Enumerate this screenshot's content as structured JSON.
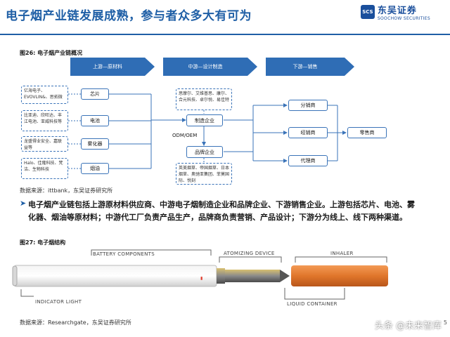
{
  "header": {
    "title": "电子烟产业链发展成熟，参与者众多大有可为",
    "logo_mark": "SCS",
    "logo_cn": "东吴证券",
    "logo_en": "SOOCHOW SECURITIES"
  },
  "figure26": {
    "label": "图26: 电子烟产业链概况",
    "stages": [
      "上游—原材料",
      "中游—设计制造",
      "下游—销售"
    ],
    "upstream_notes": [
      "亿海电子、EVOVLIN&、思拓微",
      "比亚迪、欣旺达、丰江电池、亚威科技等",
      "龙盛得业安全、嘉联益等",
      "Halo、佳隆科技、梵洁、生物科技"
    ],
    "materials": [
      "芯片",
      "电池",
      "雾化器",
      "烟油"
    ],
    "design_note": "思摩尔、艾维普思、康尔、合元科技、卓尔悦、易佳特",
    "odm_label": "ODM/OEM",
    "manufacturer": "制造企业",
    "brand": "品牌企业",
    "brand_note": "英美烟草、帝国烟草、日本烟草、奥驰亚集团、菲莫国际、悦刻",
    "channels": [
      "分销商",
      "经销商",
      "代理商"
    ],
    "retailer": "零售商",
    "source": "数据来源：ittbank，东吴证券研究所"
  },
  "paragraph": {
    "bullet": "➤",
    "text": "电子烟产业链包括上游原材料供应商、中游电子烟制造企业和品牌企业、下游销售企业。上游包括芯片、电池、雾化器、烟油等原材料；中游代工厂负责产品生产，品牌商负责营销、产品设计；下游分为线上、线下两种渠道。"
  },
  "figure27": {
    "label": "图27: 电子烟结构",
    "parts": [
      "BATTERY COMPONENTS",
      "ATOMIZING DEVICE",
      "INHALER",
      "INDICATOR LIGHT",
      "LIQUID CONTAINER"
    ],
    "source": "数据来源：Researchgate，东吴证券研究所"
  },
  "page_number": "5",
  "watermark": "头条 @未来智库",
  "colors": {
    "brand_blue": "#1f5fa6",
    "arrow_blue": "#2f6db5",
    "filter_orange": "#e0762b"
  }
}
